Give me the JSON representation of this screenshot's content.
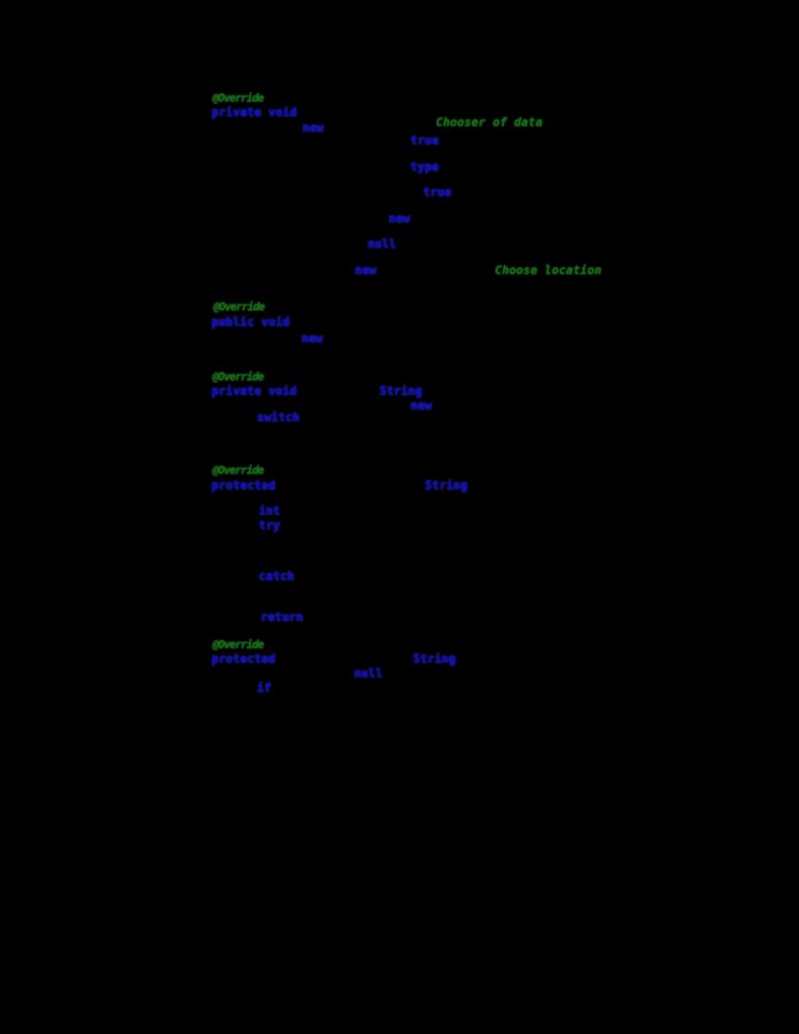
{
  "colors": {
    "background": "#000000",
    "keyword": "#0000ff",
    "comment": "#008000",
    "annotation": "#008000"
  },
  "tokens": [
    {
      "text": "@Override",
      "role": "annotation"
    },
    {
      "text": "private void",
      "role": "keyword"
    },
    {
      "text": "new",
      "role": "keyword"
    },
    {
      "text": "Chooser of data",
      "role": "comment"
    },
    {
      "text": "true",
      "role": "keyword"
    },
    {
      "text": "type",
      "role": "keyword"
    },
    {
      "text": "true",
      "role": "keyword"
    },
    {
      "text": "new",
      "role": "keyword"
    },
    {
      "text": "null",
      "role": "keyword"
    },
    {
      "text": "new",
      "role": "keyword"
    },
    {
      "text": "Choose location",
      "role": "comment"
    },
    {
      "text": "@Override",
      "role": "annotation"
    },
    {
      "text": "public void",
      "role": "keyword"
    },
    {
      "text": "new",
      "role": "keyword"
    },
    {
      "text": "@Override",
      "role": "annotation"
    },
    {
      "text": "private void",
      "role": "keyword"
    },
    {
      "text": "String",
      "role": "keyword"
    },
    {
      "text": "new",
      "role": "keyword"
    },
    {
      "text": "switch",
      "role": "keyword"
    },
    {
      "text": "@Override",
      "role": "annotation"
    },
    {
      "text": "protected",
      "role": "keyword"
    },
    {
      "text": "String",
      "role": "keyword"
    },
    {
      "text": "int",
      "role": "keyword"
    },
    {
      "text": "try",
      "role": "keyword"
    },
    {
      "text": "catch",
      "role": "keyword"
    },
    {
      "text": "return",
      "role": "keyword"
    },
    {
      "text": "@Override",
      "role": "annotation"
    },
    {
      "text": "protected",
      "role": "keyword"
    },
    {
      "text": "String",
      "role": "keyword"
    },
    {
      "text": "null",
      "role": "keyword"
    },
    {
      "text": "if",
      "role": "keyword"
    }
  ]
}
